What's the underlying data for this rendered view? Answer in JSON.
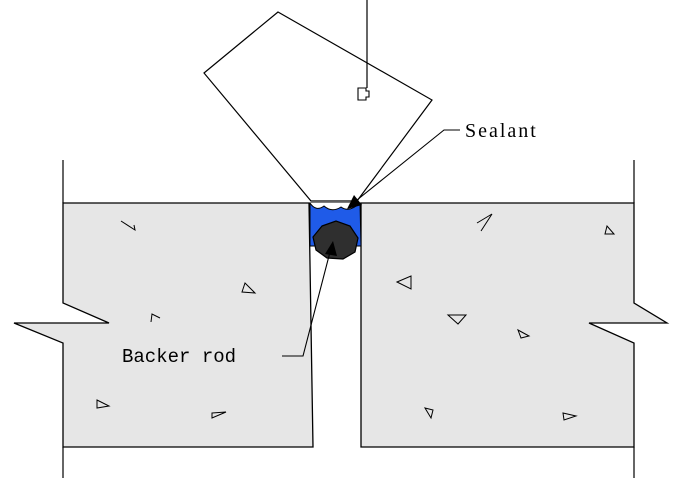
{
  "labels": {
    "sealant": "Sealant",
    "backer_rod": "Backer rod"
  },
  "colors": {
    "concrete_fill": "#e6e6e6",
    "sealant_fill": "#1f5be8",
    "backer_rod_fill": "#2f2f2f",
    "line": "#000000"
  },
  "parts": [
    "left-concrete-slab",
    "right-concrete-slab",
    "sealant",
    "backer-rod",
    "sealant-gun-nozzle"
  ]
}
